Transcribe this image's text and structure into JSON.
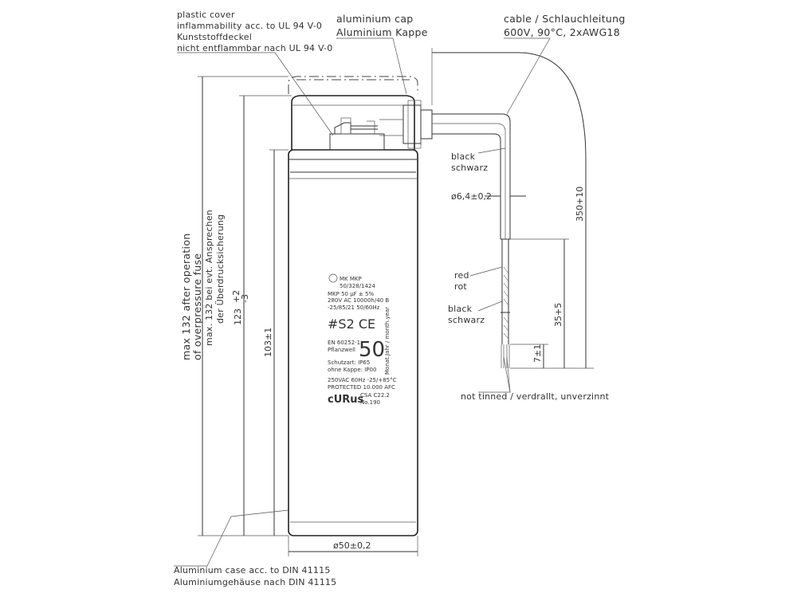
{
  "labels": {
    "plastic_cover": [
      "plastic cover",
      "inflammability acc. to UL 94 V-0",
      "Kunststoffdeckel",
      "nicht entflammbar nach UL 94 V-0"
    ],
    "aluminium_cap": [
      "aluminium cap",
      "Aluminium Kappe"
    ],
    "cable": [
      "cable / Schlauchleitung",
      "600V, 90°C, 2xAWG18"
    ],
    "black_top": [
      "black",
      "schwarz"
    ],
    "red": [
      "red",
      "rot"
    ],
    "black_bottom": [
      "black",
      "schwarz"
    ],
    "not_tinned": "not tinned / verdrallt, unverzinnt",
    "aluminium_case": [
      "Aluminium case acc. to DIN 41115",
      "Aluminiumgehäuse nach DIN 41115"
    ],
    "max_overpressure": [
      "max 132 after operation",
      "of overpressure fuse",
      "max. 132 bei evt. Ansprechen",
      "der Überdrucksicherung"
    ]
  },
  "dimensions": {
    "cable_diameter": "ø6,4±0,2",
    "cable_length": "350+10",
    "strip_length": "35+5",
    "tin_length": "7±1",
    "diameter": "ø50±0,2",
    "height_123": "123",
    "height_123_tol_upper": "+2",
    "height_123_tol_lower": "-3",
    "height_103": "103±1"
  },
  "nameplate": {
    "brand": "MK MKP",
    "part_no": "50/328/1424",
    "capacitance": "MKP 50 µF ± 5%",
    "voltage": "280V AC 10000h/40 B",
    "climate": "-25/85/21 50/60Hz",
    "marks": "#S2 CE",
    "standard": "EN 60252-1",
    "maker": "Pflanzwell",
    "big_value": "50",
    "protection": "Schutzart: IP65",
    "protection_2": "ohne Kappe: IP00",
    "rating": "250VAC 60Hz -25/+85°C",
    "protected": "PROTECTED 10.000 AFC",
    "ul_mark": "cURus",
    "csa": "CSA C22.2",
    "csa_no": "No.190",
    "date_code": "Monat.Jahr / month.year"
  }
}
